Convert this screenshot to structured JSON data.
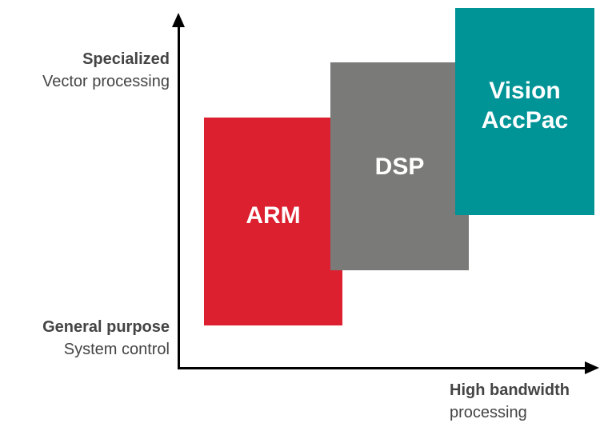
{
  "colors": {
    "arm": "#dc202f",
    "dsp": "#7a7a78",
    "vision": "#009497",
    "axis": "#000000",
    "label_text": "#444444",
    "block_text": "#ffffff"
  },
  "blocks": [
    {
      "id": "arm",
      "label": "ARM"
    },
    {
      "id": "dsp",
      "label": "DSP"
    },
    {
      "id": "vision",
      "label": "Vision\nAccPac"
    }
  ],
  "y_axis": {
    "top": {
      "strong": "Specialized",
      "sub": "Vector processing"
    },
    "bottom": {
      "strong": "General purpose",
      "sub": "System control"
    }
  },
  "x_axis": {
    "strong": "High bandwidth",
    "sub": "processing"
  }
}
